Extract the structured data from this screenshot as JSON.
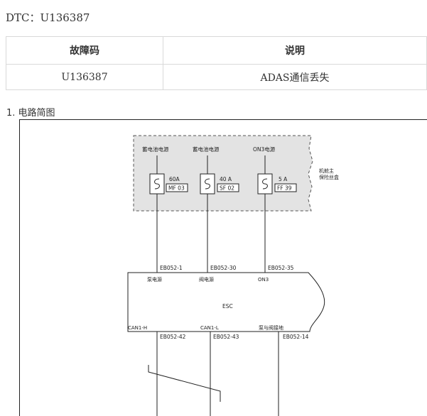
{
  "header": {
    "dtc_line": "DTC：U136387"
  },
  "table": {
    "headers": [
      "故障码",
      "说明"
    ],
    "rows": [
      [
        "U136387",
        "ADAS通信丢失"
      ]
    ]
  },
  "section": {
    "title": "1. 电路简图"
  },
  "diagram": {
    "fuse_box": {
      "sources": [
        "蓄电池电源",
        "蓄电池电源",
        "ON3电源"
      ],
      "ratings": [
        "60A",
        "40 A",
        "5 A"
      ],
      "fuse_ids": [
        "MF 03",
        "SF 02",
        "FF 39"
      ],
      "box_label_1": "机舱主",
      "box_label_2": "保险丝盒"
    },
    "esc": {
      "name": "ESC",
      "top_pins": [
        "EB052-1",
        "EB052-30",
        "EB052-35"
      ],
      "top_labels": [
        "泵电源",
        "阀电源",
        "ON3"
      ],
      "bottom_labels": [
        "CAN1-H",
        "CAN1-L",
        "泵与阀接地"
      ],
      "bottom_pins": [
        "EB052-42",
        "EB052-43",
        "EB052-14"
      ]
    }
  }
}
